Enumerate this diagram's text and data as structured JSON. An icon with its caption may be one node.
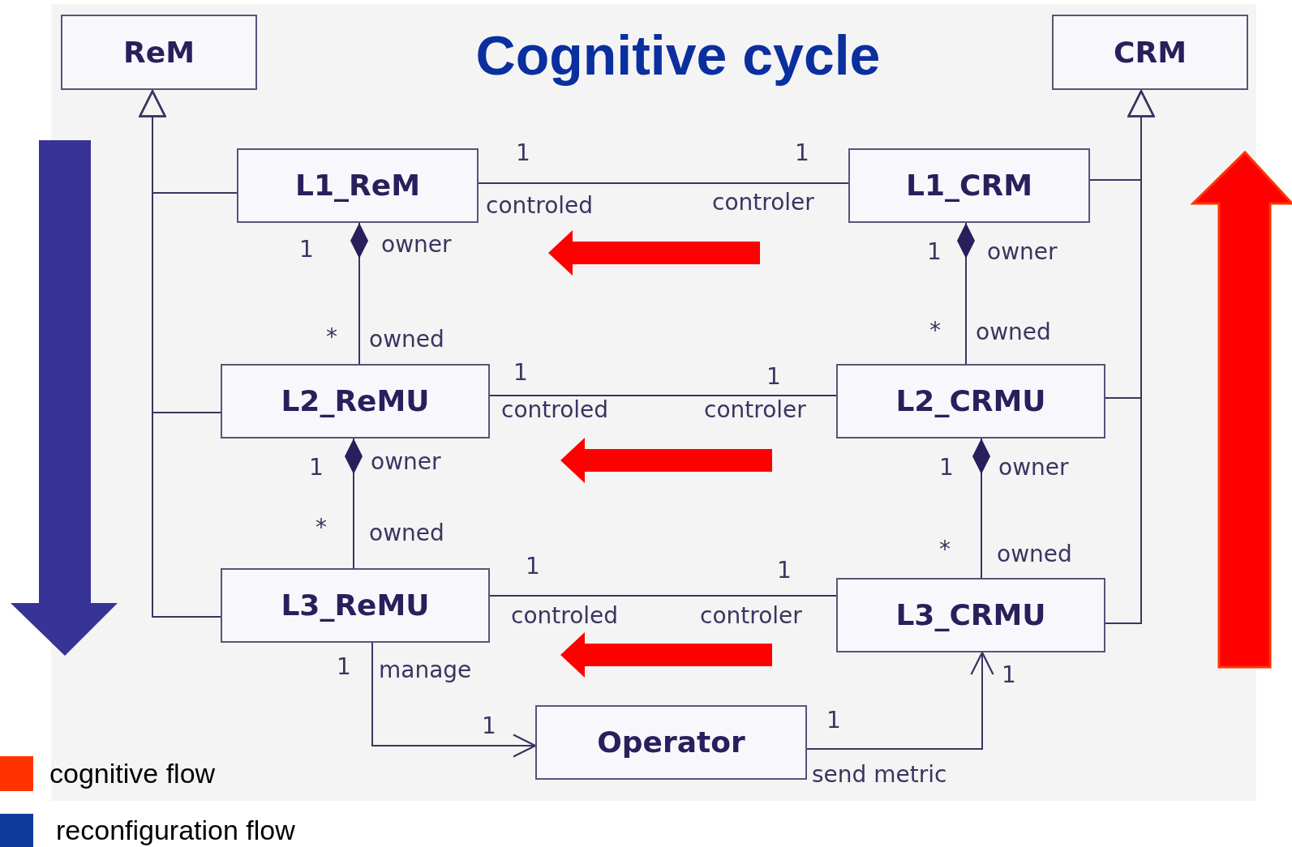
{
  "diagram": {
    "title": "Cognitive cycle",
    "nodes": [
      {
        "text": [
          "ReM"
        ]
      },
      {
        "text": [
          "CRM"
        ]
      },
      {
        "text": [
          "L1_ReM"
        ]
      },
      {
        "text": [
          "L1_CRM"
        ]
      },
      {
        "text": [
          "L2_ReMU"
        ]
      },
      {
        "text": [
          "L2_CRMU"
        ]
      },
      {
        "text": [
          "L3_ReMU"
        ]
      },
      {
        "text": [
          "L3_CRMU"
        ]
      },
      {
        "text": [
          "Operator"
        ]
      }
    ],
    "edges": [
      {
        "from": 2,
        "to": 0,
        "arrow": "to"
      },
      {
        "from": 4,
        "to": 0,
        "arrow": "to"
      },
      {
        "from": 6,
        "to": 0,
        "arrow": "to"
      },
      {
        "from": 3,
        "to": 1,
        "arrow": "to"
      },
      {
        "from": 5,
        "to": 1,
        "arrow": "to"
      },
      {
        "from": 7,
        "to": 1,
        "arrow": "to"
      },
      {
        "from": 2,
        "to": 3,
        "arrow": "none"
      },
      {
        "from": 4,
        "to": 5,
        "arrow": "none"
      },
      {
        "from": 6,
        "to": 7,
        "arrow": "none"
      },
      {
        "from": 2,
        "to": 4,
        "arrow": "other"
      },
      {
        "from": 3,
        "to": 5,
        "arrow": "other"
      },
      {
        "from": 4,
        "to": 6,
        "arrow": "other"
      },
      {
        "from": 5,
        "to": 7,
        "arrow": "other"
      },
      {
        "from": 6,
        "to": 8,
        "arrow": "to",
        "label": "manage"
      },
      {
        "from": 8,
        "to": 7,
        "arrow": "to",
        "label": "send metric"
      }
    ],
    "labels": [
      "1",
      "1",
      "controled",
      "controler",
      "1",
      "owner",
      "1",
      "owner",
      "*",
      "owned",
      "*",
      "owned",
      "1",
      "1",
      "controled",
      "controler",
      "1",
      "owner",
      "1",
      "owner",
      "*",
      "owned",
      "*",
      "owned",
      "1",
      "1",
      "controled",
      "controler",
      "1",
      "1",
      "1",
      "1"
    ],
    "legend": [
      {
        "text": "cognitive flow",
        "color": "#ff3300"
      },
      {
        "text": "reconfiguration flow",
        "color": "#0f3c9c"
      }
    ]
  }
}
